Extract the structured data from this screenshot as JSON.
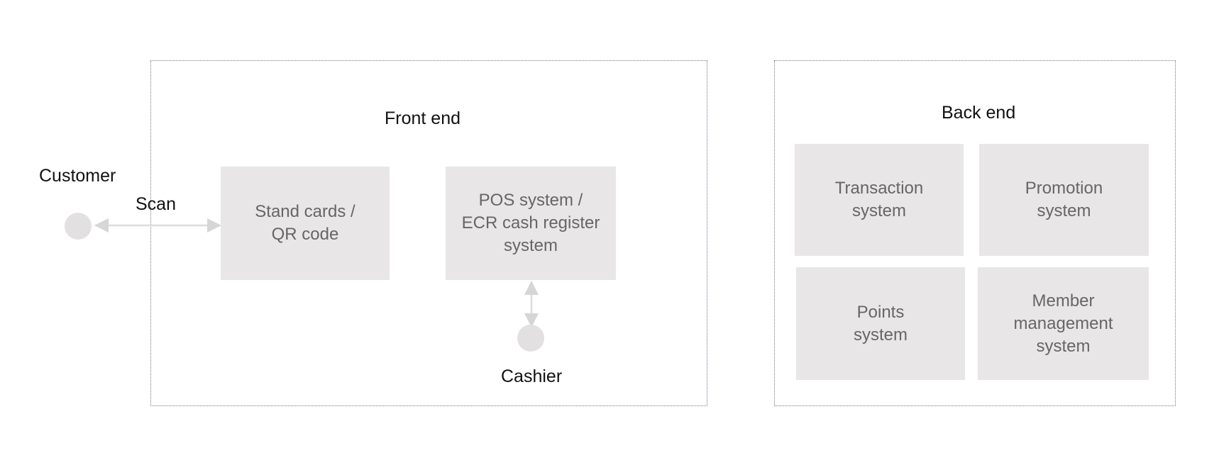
{
  "front_end": {
    "title": "Front end",
    "stand_cards": [
      "Stand cards /",
      "QR code"
    ],
    "pos_system": [
      "POS system /",
      "ECR cash register",
      "system"
    ]
  },
  "back_end": {
    "title": "Back end",
    "transaction": [
      "Transaction",
      "system"
    ],
    "promotion": [
      "Promotion",
      "system"
    ],
    "points": [
      "Points",
      "system"
    ],
    "member": [
      "Member",
      "management",
      "system"
    ]
  },
  "actors": {
    "customer": "Customer",
    "cashier": "Cashier"
  },
  "edges": {
    "scan": "Scan"
  },
  "colors": {
    "box_fill": "#e8e6e6",
    "box_text": "#666666",
    "connector": "#dcdcdc",
    "group_border": "#6d7b8e"
  }
}
